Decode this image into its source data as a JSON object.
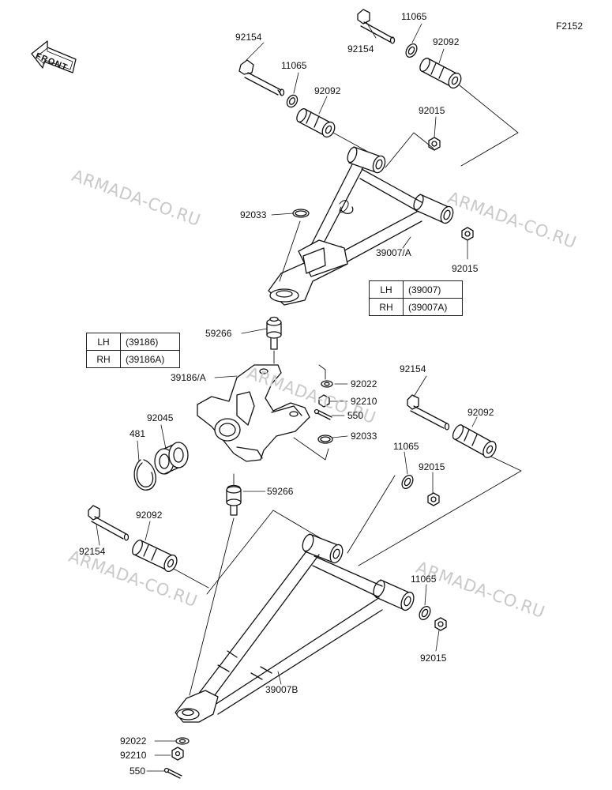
{
  "figure_code": "F2152",
  "front_label": "FRONT",
  "watermark": "ARMADA-CO.RU",
  "labels": {
    "upper_bolt_a": "92154",
    "upper_bolt_b": "92154",
    "upper_washer_a": "11065",
    "upper_washer_b": "11065",
    "upper_bushing_a": "92092",
    "upper_bushing_b": "92092",
    "upper_nut_a": "92015",
    "upper_nut_b": "92015",
    "upper_ring": "92033",
    "upper_arm": "39007/A",
    "upper_balljoint": "59266",
    "knuckle": "39186/A",
    "washer_mid": "92022",
    "nut_mid": "92210",
    "pin_mid": "550",
    "ring_mid": "92033",
    "bearing": "92045",
    "circlip": "481",
    "lower_balljoint": "59266",
    "lower_bolt_r": "92154",
    "lower_bushing_r": "92092",
    "lower_washer_r": "11065",
    "lower_nut_r": "92015",
    "lower_bushing_l": "92092",
    "lower_bolt_l": "92154",
    "lower_washer_r2": "11065",
    "lower_nut_r2": "92015",
    "lower_arm": "39007B",
    "bottom_washer": "92022",
    "bottom_nut": "92210",
    "bottom_pin": "550"
  },
  "arm_table": {
    "rows": [
      {
        "side": "LH",
        "part": "(39007)"
      },
      {
        "side": "RH",
        "part": "(39007A)"
      }
    ]
  },
  "knuckle_table": {
    "rows": [
      {
        "side": "LH",
        "part": "(39186)"
      },
      {
        "side": "RH",
        "part": "(39186A)"
      }
    ]
  }
}
